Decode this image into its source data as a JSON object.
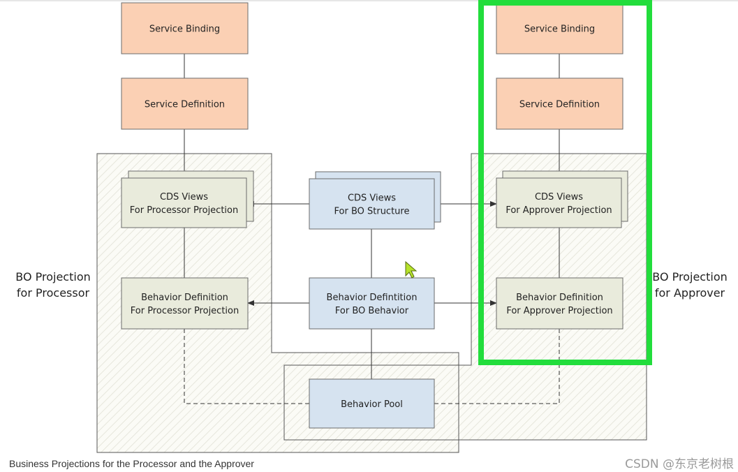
{
  "caption": "Business Projections for the Processor and the Approver",
  "watermark": "CSDN @东京老树根",
  "colors": {
    "service_fill": "#fbd0b4",
    "service_stroke": "#6b6b6b",
    "projection_fill": "#e9ebdc",
    "core_fill": "#d6e3f0",
    "region_stroke": "#555555",
    "highlight": "#22dd3c",
    "connector": "#333333",
    "cursor": "#b6e22a"
  },
  "regions": {
    "processor_label": [
      "BO Projection",
      "for Processor"
    ],
    "approver_label": [
      "BO Projection",
      "for Approver"
    ]
  },
  "nodes": {
    "service_binding_processor": [
      "Service Binding"
    ],
    "service_definition_processor": [
      "Service Definition"
    ],
    "cds_views_processor": [
      "CDS Views",
      "For Processor Projection"
    ],
    "behavior_definition_processor": [
      "Behavior Definition",
      "For Processor Projection"
    ],
    "cds_views_bo": [
      "CDS Views",
      "For BO Structure"
    ],
    "behavior_definition_bo": [
      "Behavior Defintition",
      "For BO Behavior"
    ],
    "behavior_pool": [
      "Behavior Pool"
    ],
    "service_binding_approver": [
      "Service Binding"
    ],
    "service_definition_approver": [
      "Service Definition"
    ],
    "cds_views_approver": [
      "CDS Views",
      "For Approver Projection"
    ],
    "behavior_definition_approver": [
      "Behavior Definition",
      "For Approver Projection"
    ]
  }
}
